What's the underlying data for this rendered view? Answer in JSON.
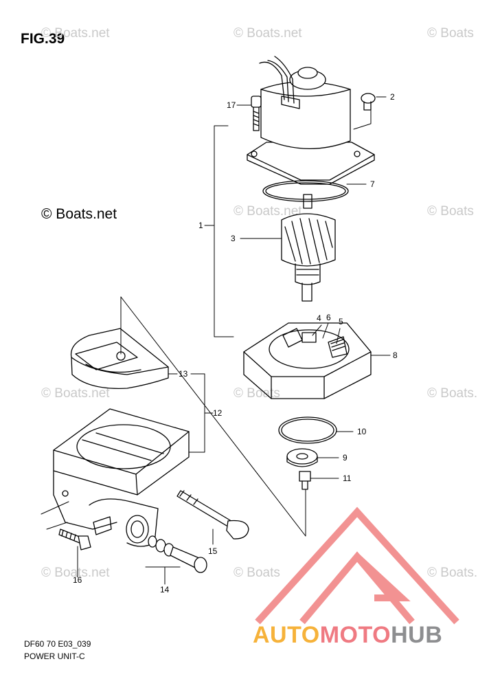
{
  "figure": {
    "title": "FIG.39",
    "code": "DF60 70 E03_039",
    "name": "POWER UNIT-C",
    "copyright": "© Boats.net"
  },
  "watermarks": [
    "© Boats.net",
    "© Boats.net",
    "© Boats",
    "© Boats.net",
    "© Boats.net",
    "© Boats",
    "© Boats.net",
    "© Boats.net",
    "© Boats",
    "© Boats.net",
    "© Boats.net",
    "© Boats"
  ],
  "callouts": {
    "c1": "1",
    "c2": "2",
    "c3": "3",
    "c4": "4",
    "c5": "5",
    "c6": "6",
    "c7": "7",
    "c8": "8",
    "c9": "9",
    "c10": "10",
    "c11": "11",
    "c12": "12",
    "c13": "13",
    "c14": "14",
    "c15": "15",
    "c16": "16",
    "c17": "17"
  },
  "brand": {
    "part1": "AUTO",
    "part2": "MOTO",
    "part3": "HUB",
    "logo_color": "#f08080"
  }
}
